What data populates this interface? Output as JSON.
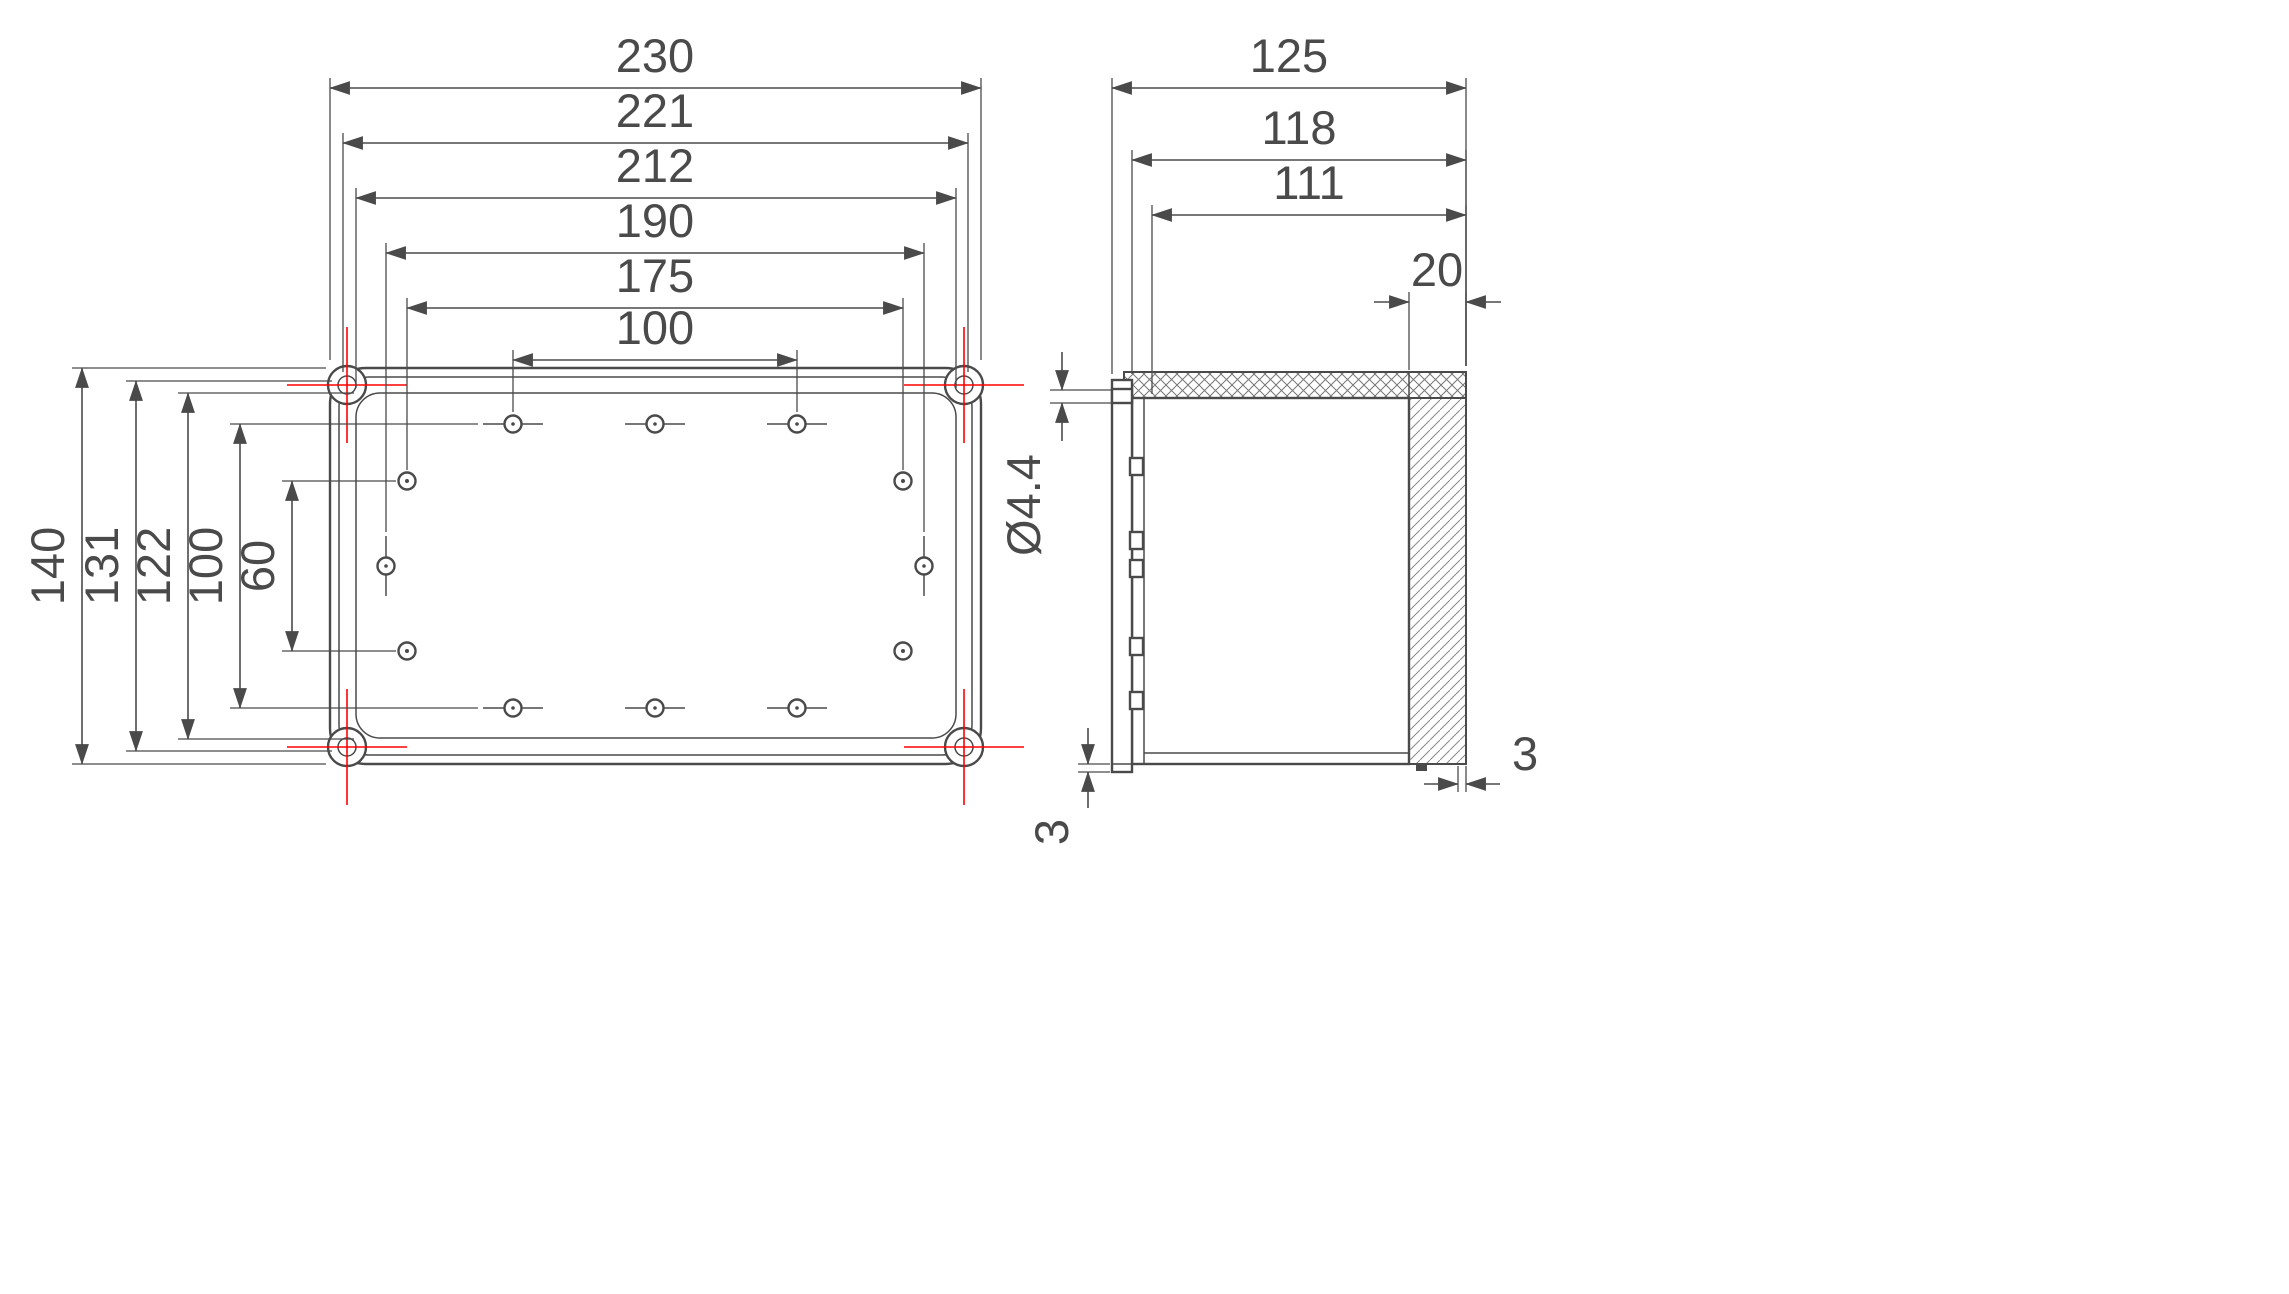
{
  "drawing_colors": {
    "line": "#4a4a4a",
    "centerline": "#ff0000",
    "background": "#ffffff"
  },
  "plan": {
    "w_overall": "230",
    "w_screws": "221",
    "w_inner": "212",
    "w_side_holes": "190",
    "w_pilots": "175",
    "w_center_holes": "100",
    "h_overall": "140",
    "h_screws": "131",
    "h_inner": "122",
    "h_hole_rows": "100",
    "h_pilot_rows": "60"
  },
  "side": {
    "w_overall": "125",
    "w_body": "118",
    "w_inner": "111",
    "w_lid": "20",
    "hole_dia": "Ø4.4",
    "lid_wall": "3",
    "flange": "3"
  }
}
